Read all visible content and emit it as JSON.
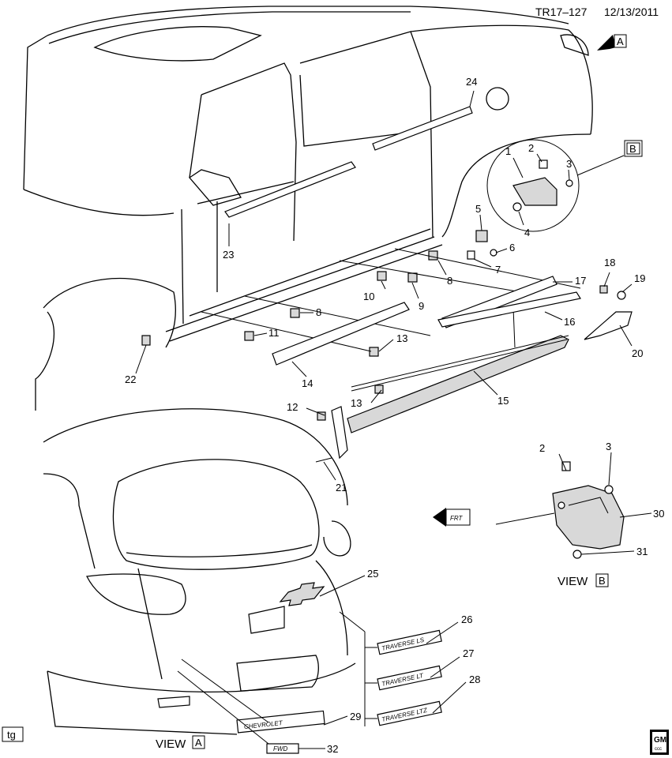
{
  "header": {
    "code": "TR17–127",
    "date": "12/13/2011"
  },
  "views": {
    "a_label": "VIEW",
    "a_letter": "A",
    "b_label": "VIEW",
    "b_letter": "B"
  },
  "refs": {
    "arrow_letter": "A",
    "callout_letter": "B"
  },
  "badges": {
    "chevrolet": "CHEVROLET",
    "fwd": "FWD",
    "traverse_ls": "TRAVERSE LS",
    "traverse_lt": "TRAVERSE LT",
    "traverse_ltz": "TRAVERSE LTZ"
  },
  "front_marker": "FRT",
  "corner_tag": "tg",
  "logo": {
    "line1": "GM",
    "line2": "ccc"
  },
  "callouts": {
    "c1": "1",
    "c2": "2",
    "c3": "3",
    "c4": "4",
    "c5": "5",
    "c6": "6",
    "c7": "7",
    "c8a": "8",
    "c8b": "8",
    "c9": "9",
    "c10": "10",
    "c11": "11",
    "c12": "12",
    "c13a": "13",
    "c13b": "13",
    "c14": "14",
    "c15": "15",
    "c16": "16",
    "c17": "17",
    "c18": "18",
    "c19": "19",
    "c20": "20",
    "c21": "21",
    "c22": "22",
    "c23": "23",
    "c24": "24",
    "c25": "25",
    "c26": "26",
    "c27": "27",
    "c28": "28",
    "c29": "29",
    "c30": "30",
    "c31": "31",
    "c32": "32",
    "vb2": "2",
    "vb3": "3"
  }
}
